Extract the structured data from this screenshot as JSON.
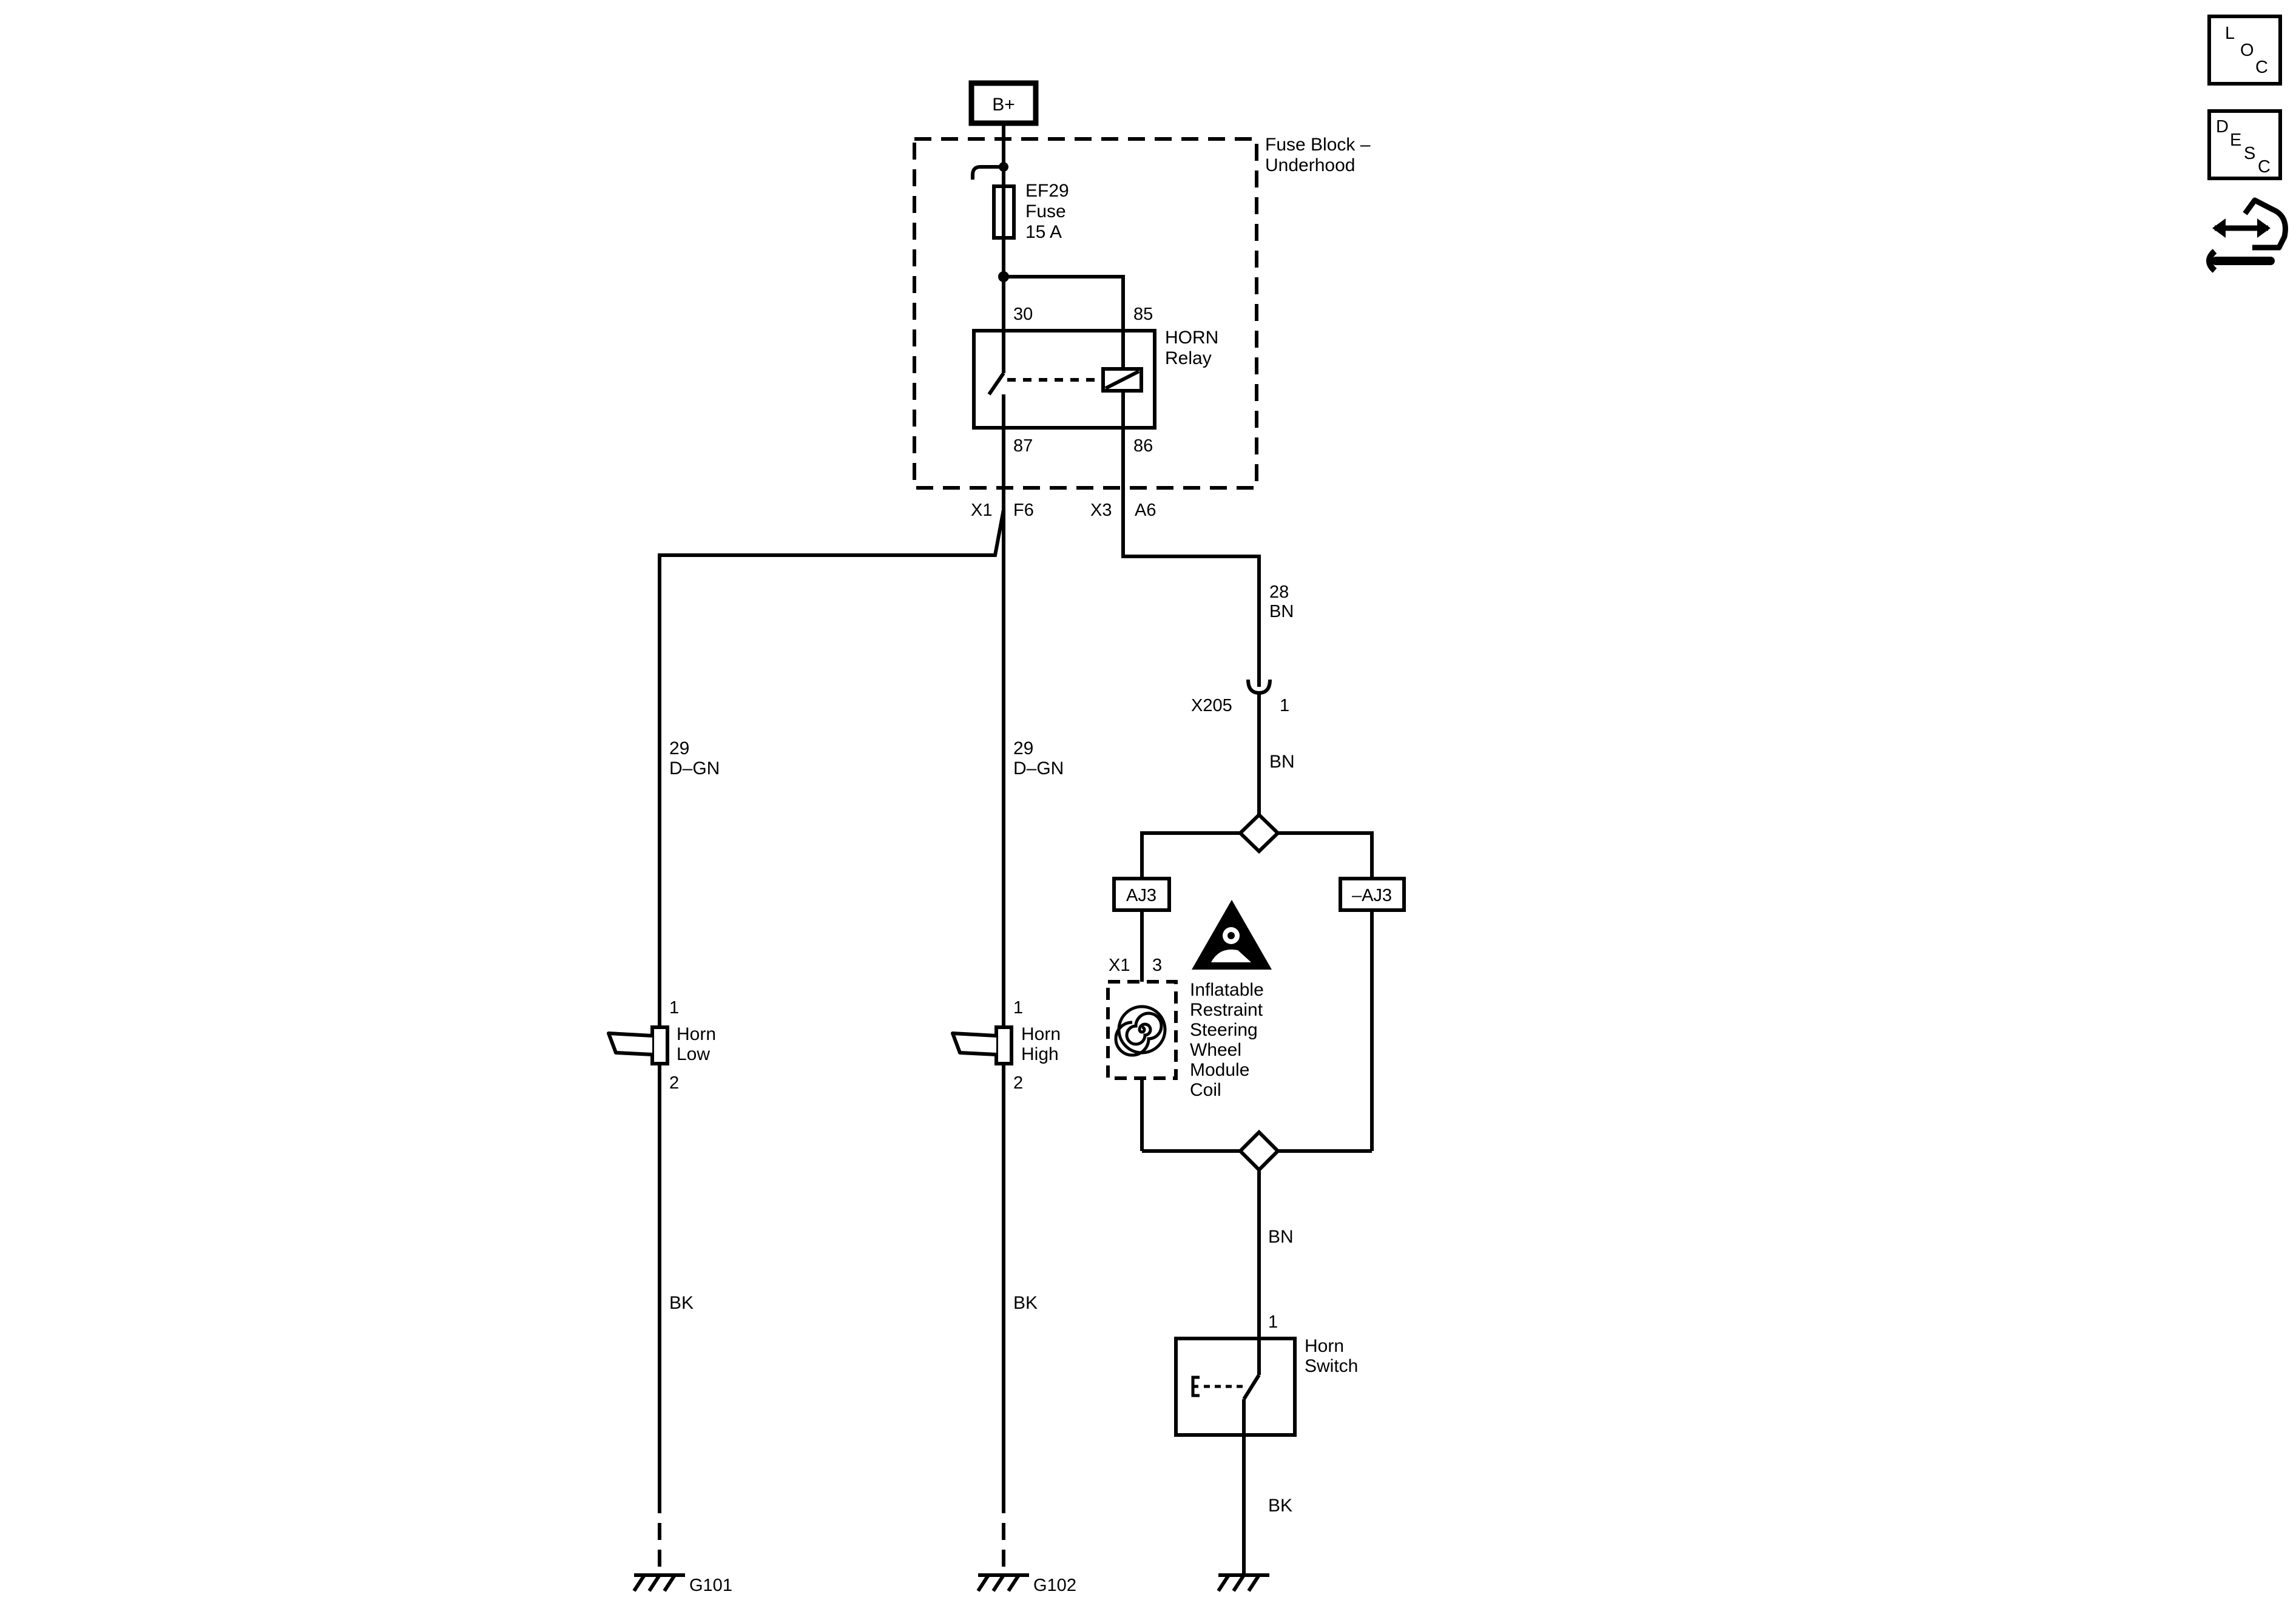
{
  "power": {
    "label": "B+"
  },
  "fuse_block": {
    "line1": "Fuse Block –",
    "line2": "Underhood"
  },
  "fuse": {
    "line1": "EF29",
    "line2": "Fuse",
    "line3": "15 A"
  },
  "relay": {
    "line1": "HORN",
    "line2": "Relay",
    "pin_30": "30",
    "pin_85": "85",
    "pin_87": "87",
    "pin_86": "86"
  },
  "connectors": {
    "x1": "X1",
    "f6": "F6",
    "x3": "X3",
    "a6": "A6",
    "x205": "X205",
    "x205_pin": "1",
    "sw_x1": "X1",
    "sw_pin": "3"
  },
  "wires": {
    "w28": "28",
    "bn_a": "BN",
    "bn_b": "BN",
    "bn_c": "BN",
    "w29_left": "29",
    "dgn_left": "D–GN",
    "w29_mid": "29",
    "dgn_mid": "D–GN",
    "bk_left": "BK",
    "bk_mid": "BK",
    "bk_right": "BK"
  },
  "option_codes": {
    "aj3": "AJ3",
    "not_aj3": "–AJ3"
  },
  "horn_low": {
    "pin1": "1",
    "line1": "Horn",
    "line2": "Low",
    "pin2": "2"
  },
  "horn_high": {
    "pin1": "1",
    "line1": "Horn",
    "line2": "High",
    "pin2": "2"
  },
  "sir_coil": {
    "line1": "Inflatable",
    "line2": "Restraint",
    "line3": "Steering",
    "line4": "Wheel",
    "line5": "Module",
    "line6": "Coil"
  },
  "horn_switch": {
    "pin": "1",
    "line1": "Horn",
    "line2": "Switch"
  },
  "grounds": {
    "g101": "G101",
    "g102": "G102"
  },
  "side_icons": {
    "loc": {
      "l": "L",
      "o": "O",
      "c": "C"
    },
    "desc": {
      "d": "D",
      "e": "E",
      "s": "S",
      "c": "C"
    },
    "service_icon": "arrows-wrench-icon"
  }
}
